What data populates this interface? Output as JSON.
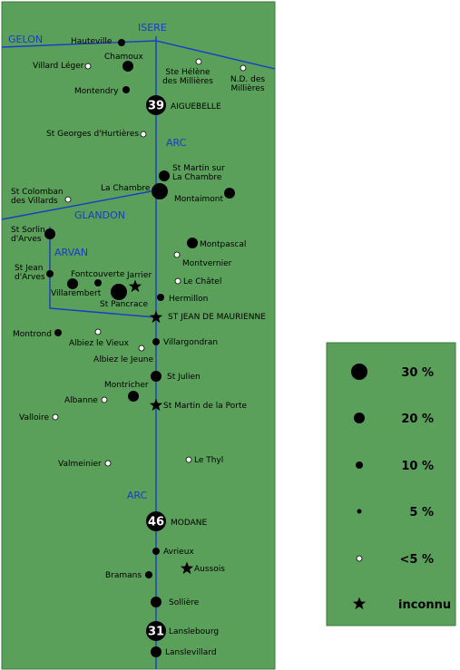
{
  "colors": {
    "land": "#5a9f5a",
    "river": "#1a3cc8",
    "dot": "#000000",
    "open": "#ffffff"
  },
  "rivers": {
    "isere": "ISERE",
    "gelon": "GELON",
    "arc_top": "ARC",
    "glandon": "GLANDON",
    "arvan": "ARVAN",
    "arc_bottom": "ARC"
  },
  "places": [
    {
      "name": "Hauteville",
      "size": "10"
    },
    {
      "name": "Chamoux",
      "size": "20"
    },
    {
      "name": "Villard Léger",
      "size": "lt5"
    },
    {
      "name": "Ste Hélène des Millières",
      "size": "lt5"
    },
    {
      "name": "N.D. des Millières",
      "size": "lt5"
    },
    {
      "name": "Montendry",
      "size": "10"
    },
    {
      "name": "AIGUEBELLE",
      "size": "big",
      "value": "39"
    },
    {
      "name": "St Georges d'Hurtières",
      "size": "lt5"
    },
    {
      "name": "St Martin sur La Chambre",
      "size": "20"
    },
    {
      "name": "La Chambre",
      "size": "30"
    },
    {
      "name": "Montaimont",
      "size": "20"
    },
    {
      "name": "St Colomban des Villards",
      "size": "lt5"
    },
    {
      "name": "St Sorlin d'Arves",
      "size": "20"
    },
    {
      "name": "Montpascal",
      "size": "20"
    },
    {
      "name": "Montvernier",
      "size": "lt5"
    },
    {
      "name": "St Jean d'Arves",
      "size": "10"
    },
    {
      "name": "Fontcouverte",
      "size": "10"
    },
    {
      "name": "Jarrier",
      "size": "unknown"
    },
    {
      "name": "Villarembert",
      "size": "20"
    },
    {
      "name": "St Pancrace",
      "size": "30"
    },
    {
      "name": "Le Châtel",
      "size": "lt5"
    },
    {
      "name": "Hermillon",
      "size": "10"
    },
    {
      "name": "ST JEAN DE MAURIENNE",
      "size": "unknown"
    },
    {
      "name": "Montrond",
      "size": "10"
    },
    {
      "name": "Albiez le Vieux",
      "size": "lt5"
    },
    {
      "name": "Villargondran",
      "size": "10"
    },
    {
      "name": "Albiez le Jeune",
      "size": "lt5"
    },
    {
      "name": "St Julien",
      "size": "20"
    },
    {
      "name": "Montricher",
      "size": "20"
    },
    {
      "name": "Albanne",
      "size": "lt5"
    },
    {
      "name": "St Martin de la Porte",
      "size": "unknown"
    },
    {
      "name": "Valloire",
      "size": "lt5"
    },
    {
      "name": "Valmeinier",
      "size": "lt5"
    },
    {
      "name": "Le Thyl",
      "size": "lt5"
    },
    {
      "name": "MODANE",
      "size": "big",
      "value": "46"
    },
    {
      "name": "Avrieux",
      "size": "10"
    },
    {
      "name": "Bramans",
      "size": "10"
    },
    {
      "name": "Aussois",
      "size": "unknown"
    },
    {
      "name": "Sollière",
      "size": "20"
    },
    {
      "name": "Lanslebourg",
      "size": "big",
      "value": "31"
    },
    {
      "name": "Lanslevillard",
      "size": "20"
    }
  ],
  "legend": [
    {
      "label": "30 %",
      "size": "30"
    },
    {
      "label": "20 %",
      "size": "20"
    },
    {
      "label": "10 %",
      "size": "10"
    },
    {
      "label": "5 %",
      "size": "5"
    },
    {
      "label": "<5 %",
      "size": "lt5"
    },
    {
      "label": "inconnu",
      "size": "unknown"
    }
  ]
}
